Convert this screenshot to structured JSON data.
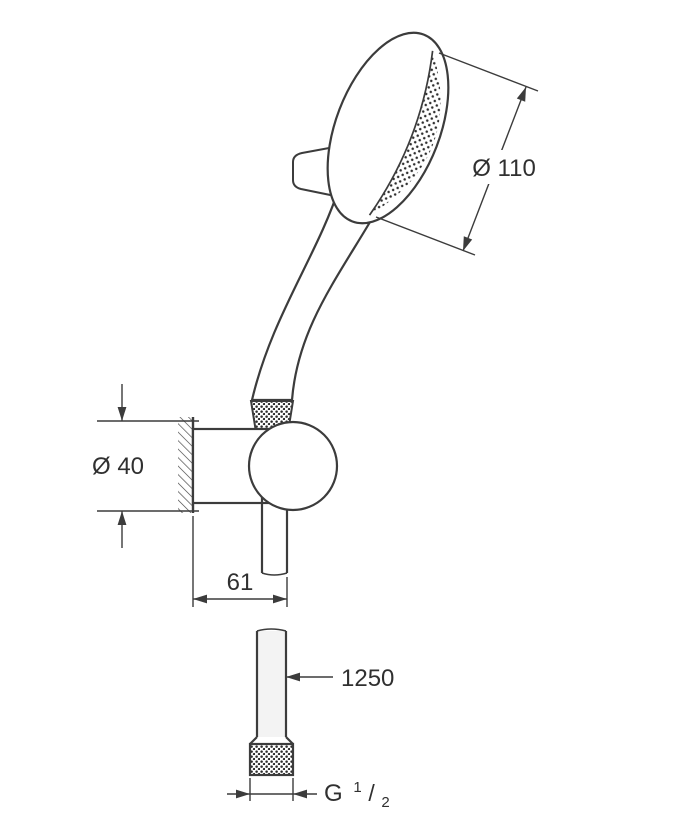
{
  "canvas": {
    "background": "#ffffff",
    "line_color": "#3c3c3c",
    "text_color": "#303030"
  },
  "drawing": {
    "labels": {
      "head_diameter": "Ø 110",
      "holder_diameter": "Ø 40",
      "holder_projection": "61",
      "hose_length": "1250",
      "thread_prefix": "G",
      "thread_sup": "1",
      "thread_slash": "/",
      "thread_sub": "2"
    },
    "values": {
      "head_diameter_mm": 110,
      "holder_diameter_mm": 40,
      "holder_projection_mm": 61,
      "hose_length_mm": 1250,
      "thread_size": "G 1/2"
    }
  }
}
